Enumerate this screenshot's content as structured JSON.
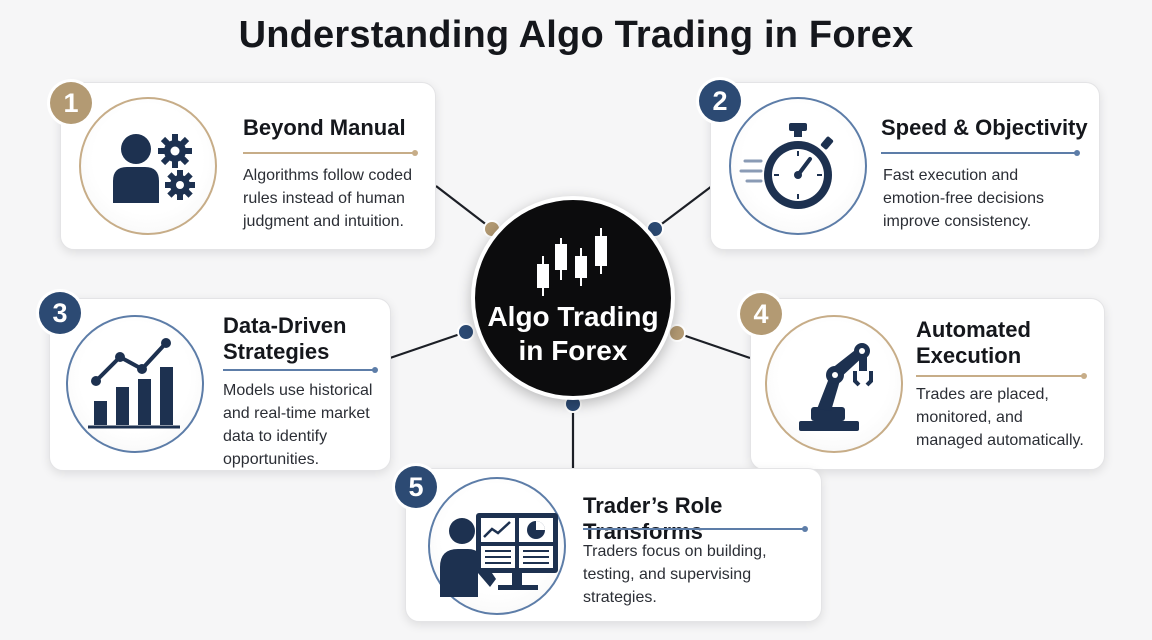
{
  "title": "Understanding Algo Trading in Forex",
  "hub": {
    "line1": "Algo Trading",
    "line2": "in Forex"
  },
  "colors": {
    "gold": "#b39a73",
    "navy": "#2c4a73",
    "hub": "#0c0c0d"
  },
  "cards": [
    {
      "number": "1",
      "title": "Beyond Manual",
      "icon": "person-gears-icon",
      "desc": [
        "Algorithms follow coded",
        "rules instead of human",
        "judgment and intuition."
      ]
    },
    {
      "number": "2",
      "title": "Speed & Objectivity",
      "icon": "stopwatch-icon",
      "desc": [
        "Fast execution and",
        "emotion-free decisions",
        "improve consistency."
      ]
    },
    {
      "number": "3",
      "title_lines": [
        "Data-Driven",
        "Strategies"
      ],
      "icon": "bar-chart-trend-icon",
      "desc": [
        "Models use historical",
        "and real-time market",
        "data to identify",
        "opportunities."
      ]
    },
    {
      "number": "4",
      "title_lines": [
        "Automated",
        "Execution"
      ],
      "icon": "robot-arm-icon",
      "desc": [
        "Trades are placed,",
        "monitored, and",
        "managed automatically."
      ]
    },
    {
      "number": "5",
      "title": "Trader’s Role Transforms",
      "icon": "trader-monitor-icon",
      "desc": [
        "Traders focus on building,",
        "testing, and supervising",
        "strategies."
      ]
    }
  ]
}
